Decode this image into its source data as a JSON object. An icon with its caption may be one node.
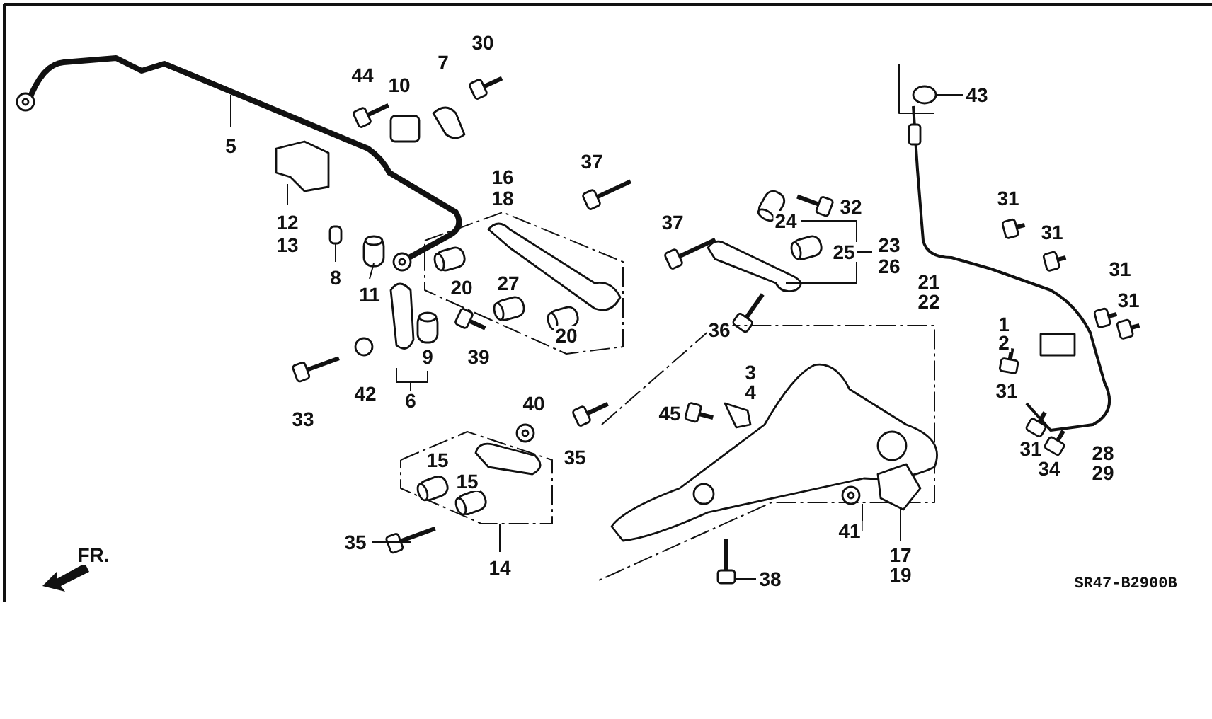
{
  "diagram": {
    "labels": [
      "30",
      "7",
      "44",
      "10",
      "43",
      "5",
      "37",
      "16",
      "18",
      "31",
      "32",
      "24",
      "12",
      "37",
      "31",
      "23",
      "13",
      "25",
      "26",
      "31",
      "8",
      "21",
      "27",
      "20",
      "11",
      "31",
      "22",
      "1",
      "20",
      "36",
      "2",
      "9",
      "39",
      "31",
      "3",
      "42",
      "4",
      "6",
      "40",
      "45",
      "33",
      "31",
      "28",
      "35",
      "15",
      "34",
      "29",
      "15",
      "41",
      "35",
      "17",
      "14",
      "19",
      "38",
      "SR47-B2900B",
      "FR."
    ]
  }
}
